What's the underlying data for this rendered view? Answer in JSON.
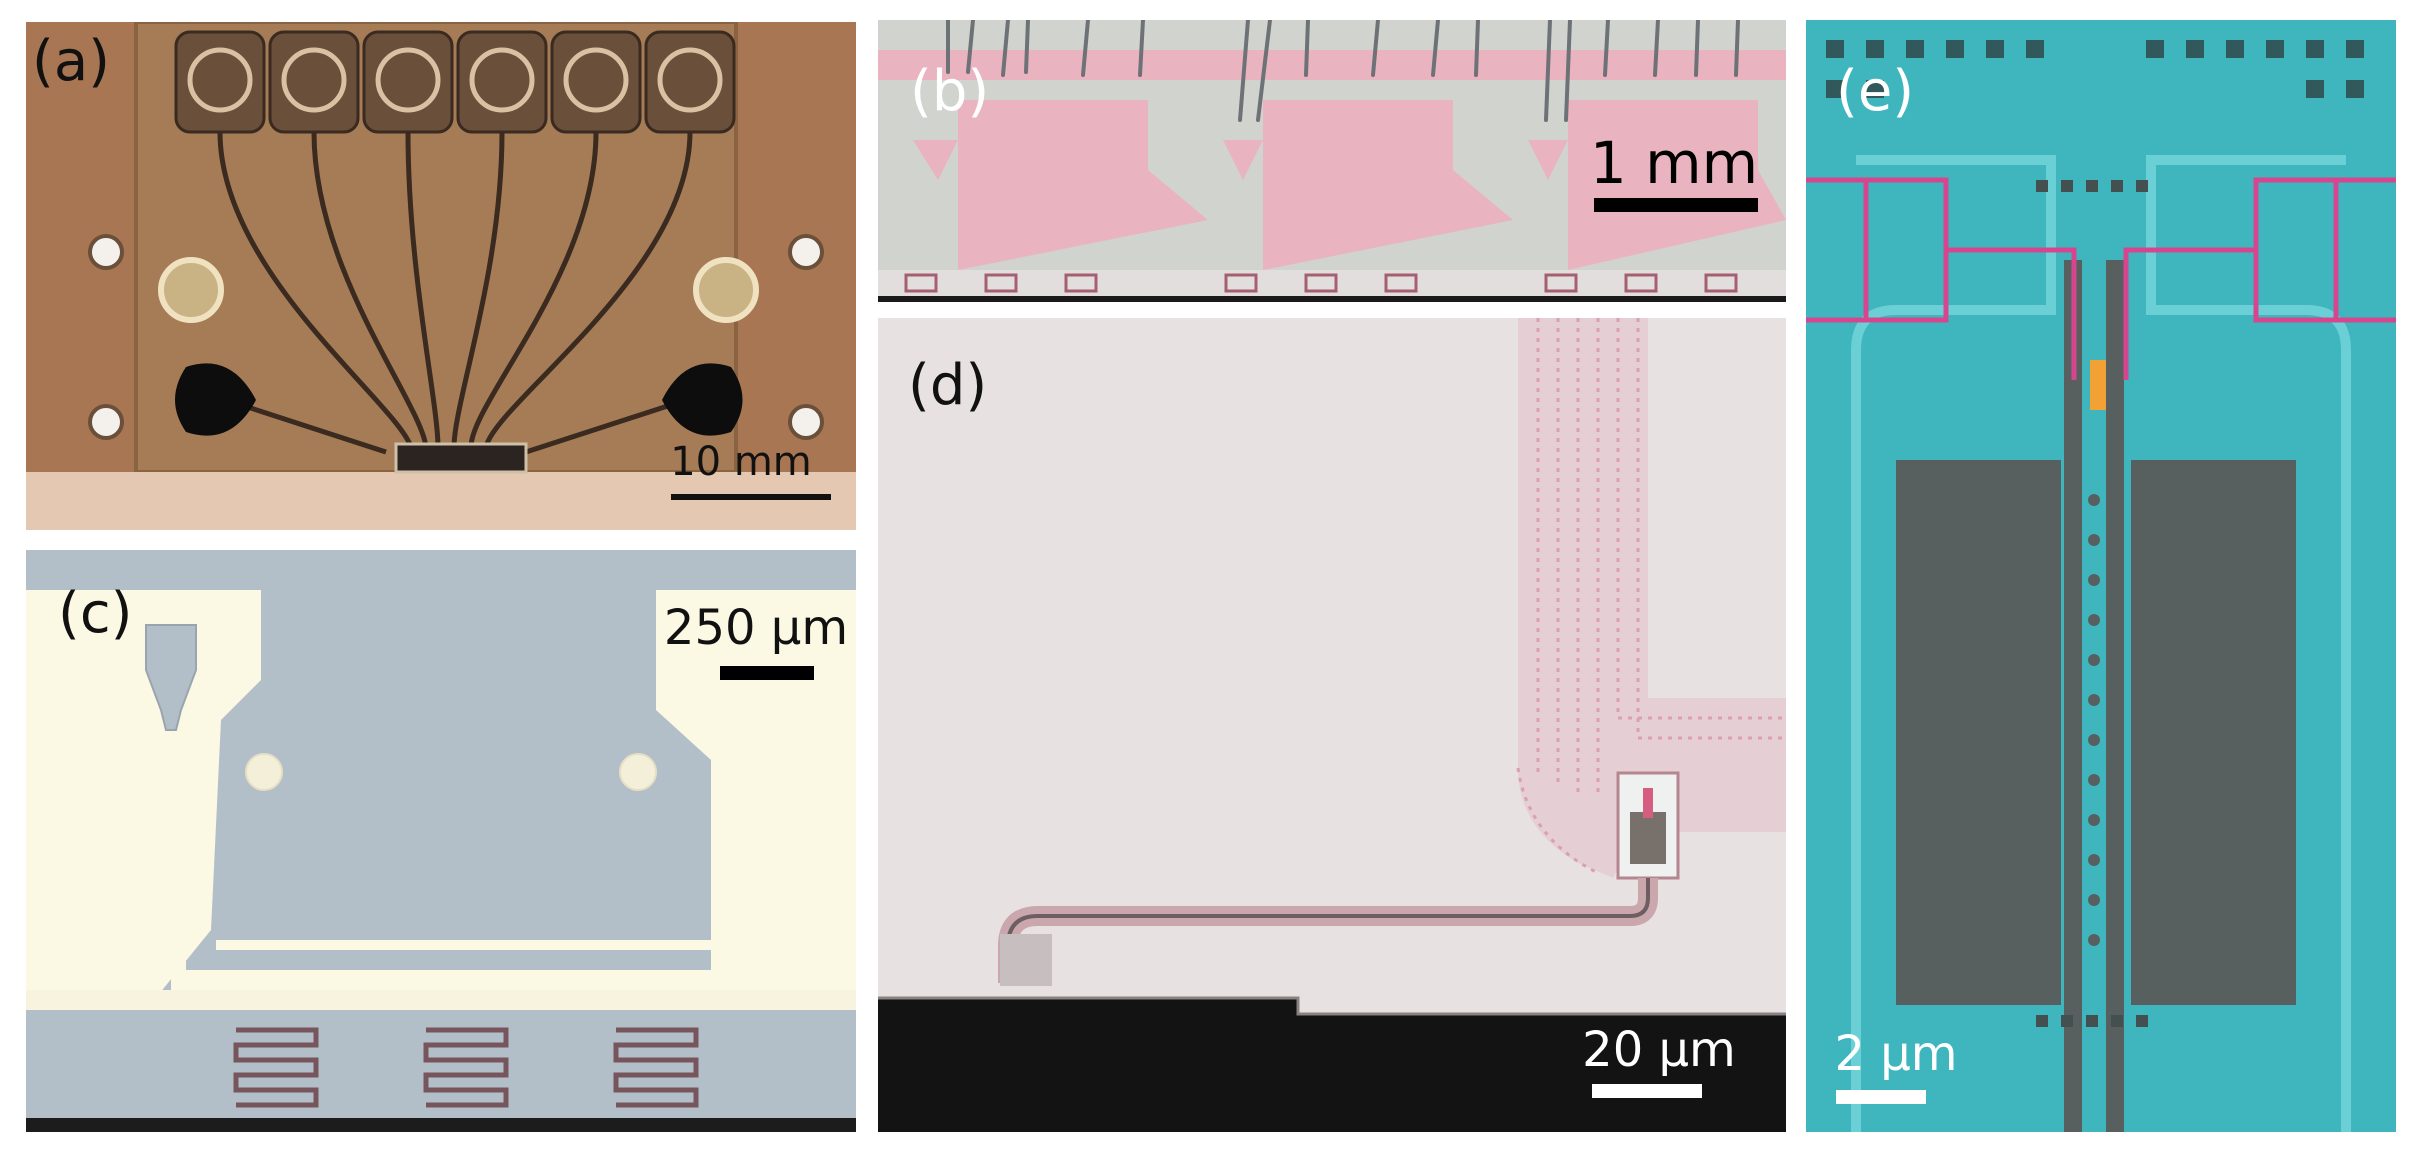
{
  "figure": {
    "panels": [
      {
        "label": "(a)",
        "scale_bar": "10 mm"
      },
      {
        "label": "(b)",
        "scale_bar": "1 mm"
      },
      {
        "label": "(c)",
        "scale_bar": "250 μm"
      },
      {
        "label": "(d)",
        "scale_bar": "20 μm"
      },
      {
        "label": "(e)",
        "scale_bar": "2 μm"
      }
    ]
  },
  "colors": {
    "brass": "#a57c56",
    "pink_metal": "#e9b3c0",
    "chip_grey": "#b3bfc8",
    "gold_film": "#fbf8e4",
    "sem_cyan": "#3fb6be",
    "sem_grey": "#58605f",
    "magenta_line": "#d5468f",
    "orange_junction": "#f2a135"
  }
}
